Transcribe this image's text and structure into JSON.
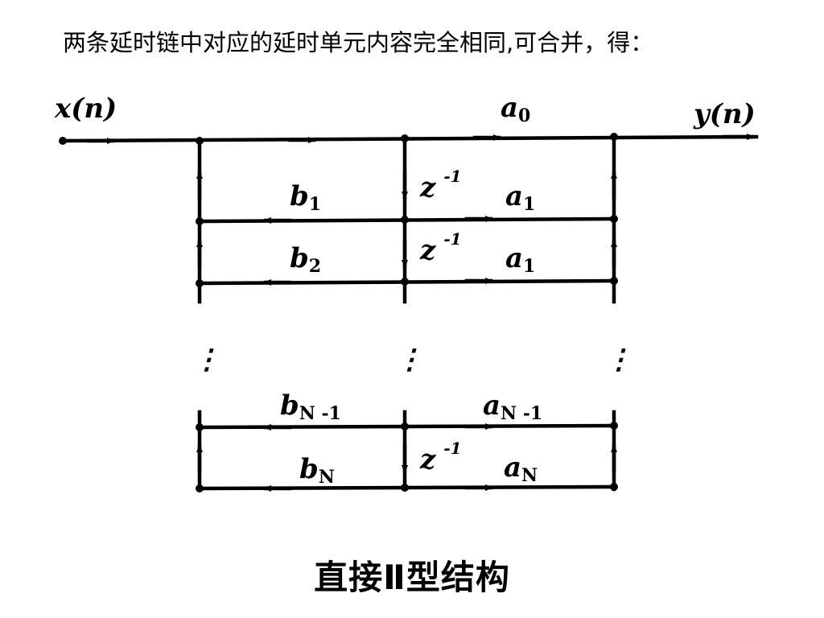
{
  "heading": "两条延时链中对应的延时单元内容完全相同,可合并，得：",
  "caption": "直接Ⅱ型结构",
  "signals": {
    "input": "x(n)",
    "output": "y(n)"
  },
  "delay_label": {
    "base": "z",
    "exp": "-1"
  },
  "feedforward": {
    "a0": "a",
    "a0_sub": "0",
    "a1": "a",
    "a1_sub": "1",
    "a2": "a",
    "a2_sub": "1",
    "aN1": "a",
    "aN1_sub": "N -1",
    "aN": "a",
    "aN_sub": "N"
  },
  "feedback": {
    "b1": "b",
    "b1_sub": "1",
    "b2": "b",
    "b2_sub": "2",
    "bN1": "b",
    "bN1_sub": "N -1",
    "bN": "b",
    "bN_sub": "N"
  },
  "ellipsis": "⋮"
}
